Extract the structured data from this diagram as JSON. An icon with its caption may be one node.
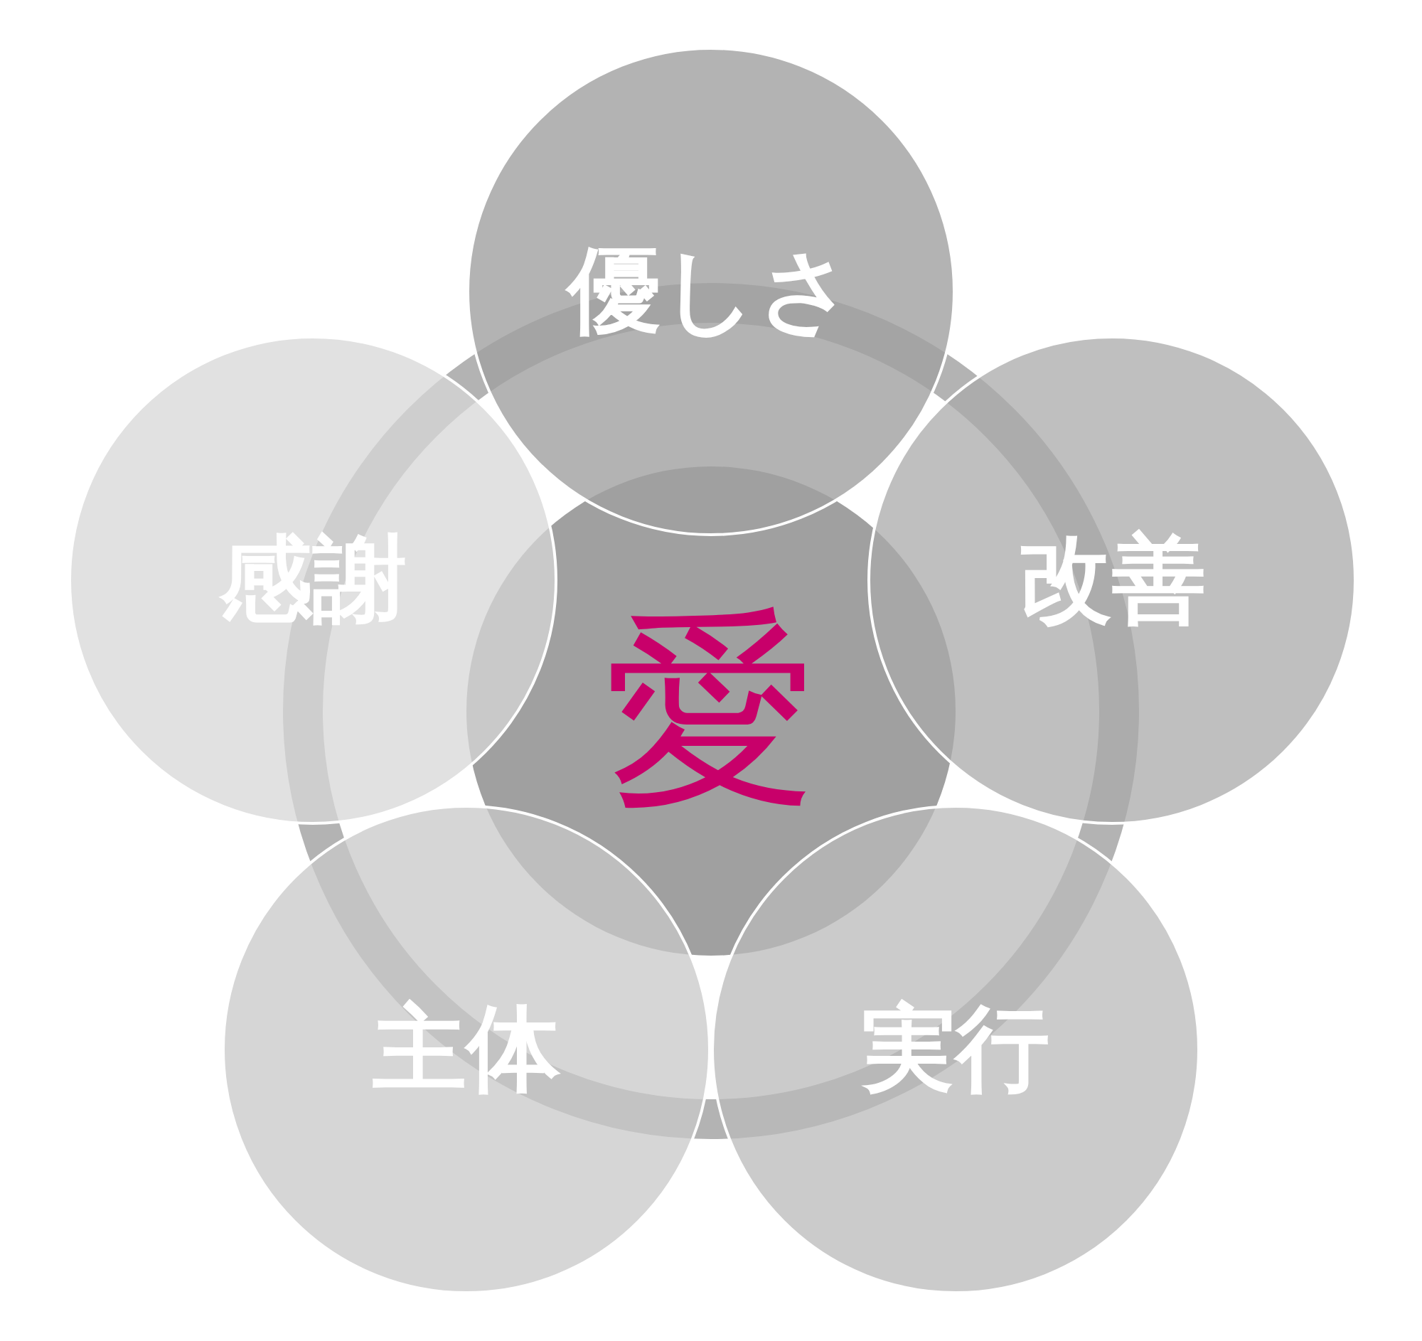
{
  "diagram": {
    "nodes": [
      {
        "text": [
          "愛"
        ]
      },
      {
        "text": [
          "優しさ"
        ]
      },
      {
        "text": [
          "改善"
        ]
      },
      {
        "text": [
          "実行"
        ]
      },
      {
        "text": [
          "主体"
        ]
      },
      {
        "text": [
          "感謝"
        ]
      }
    ]
  }
}
